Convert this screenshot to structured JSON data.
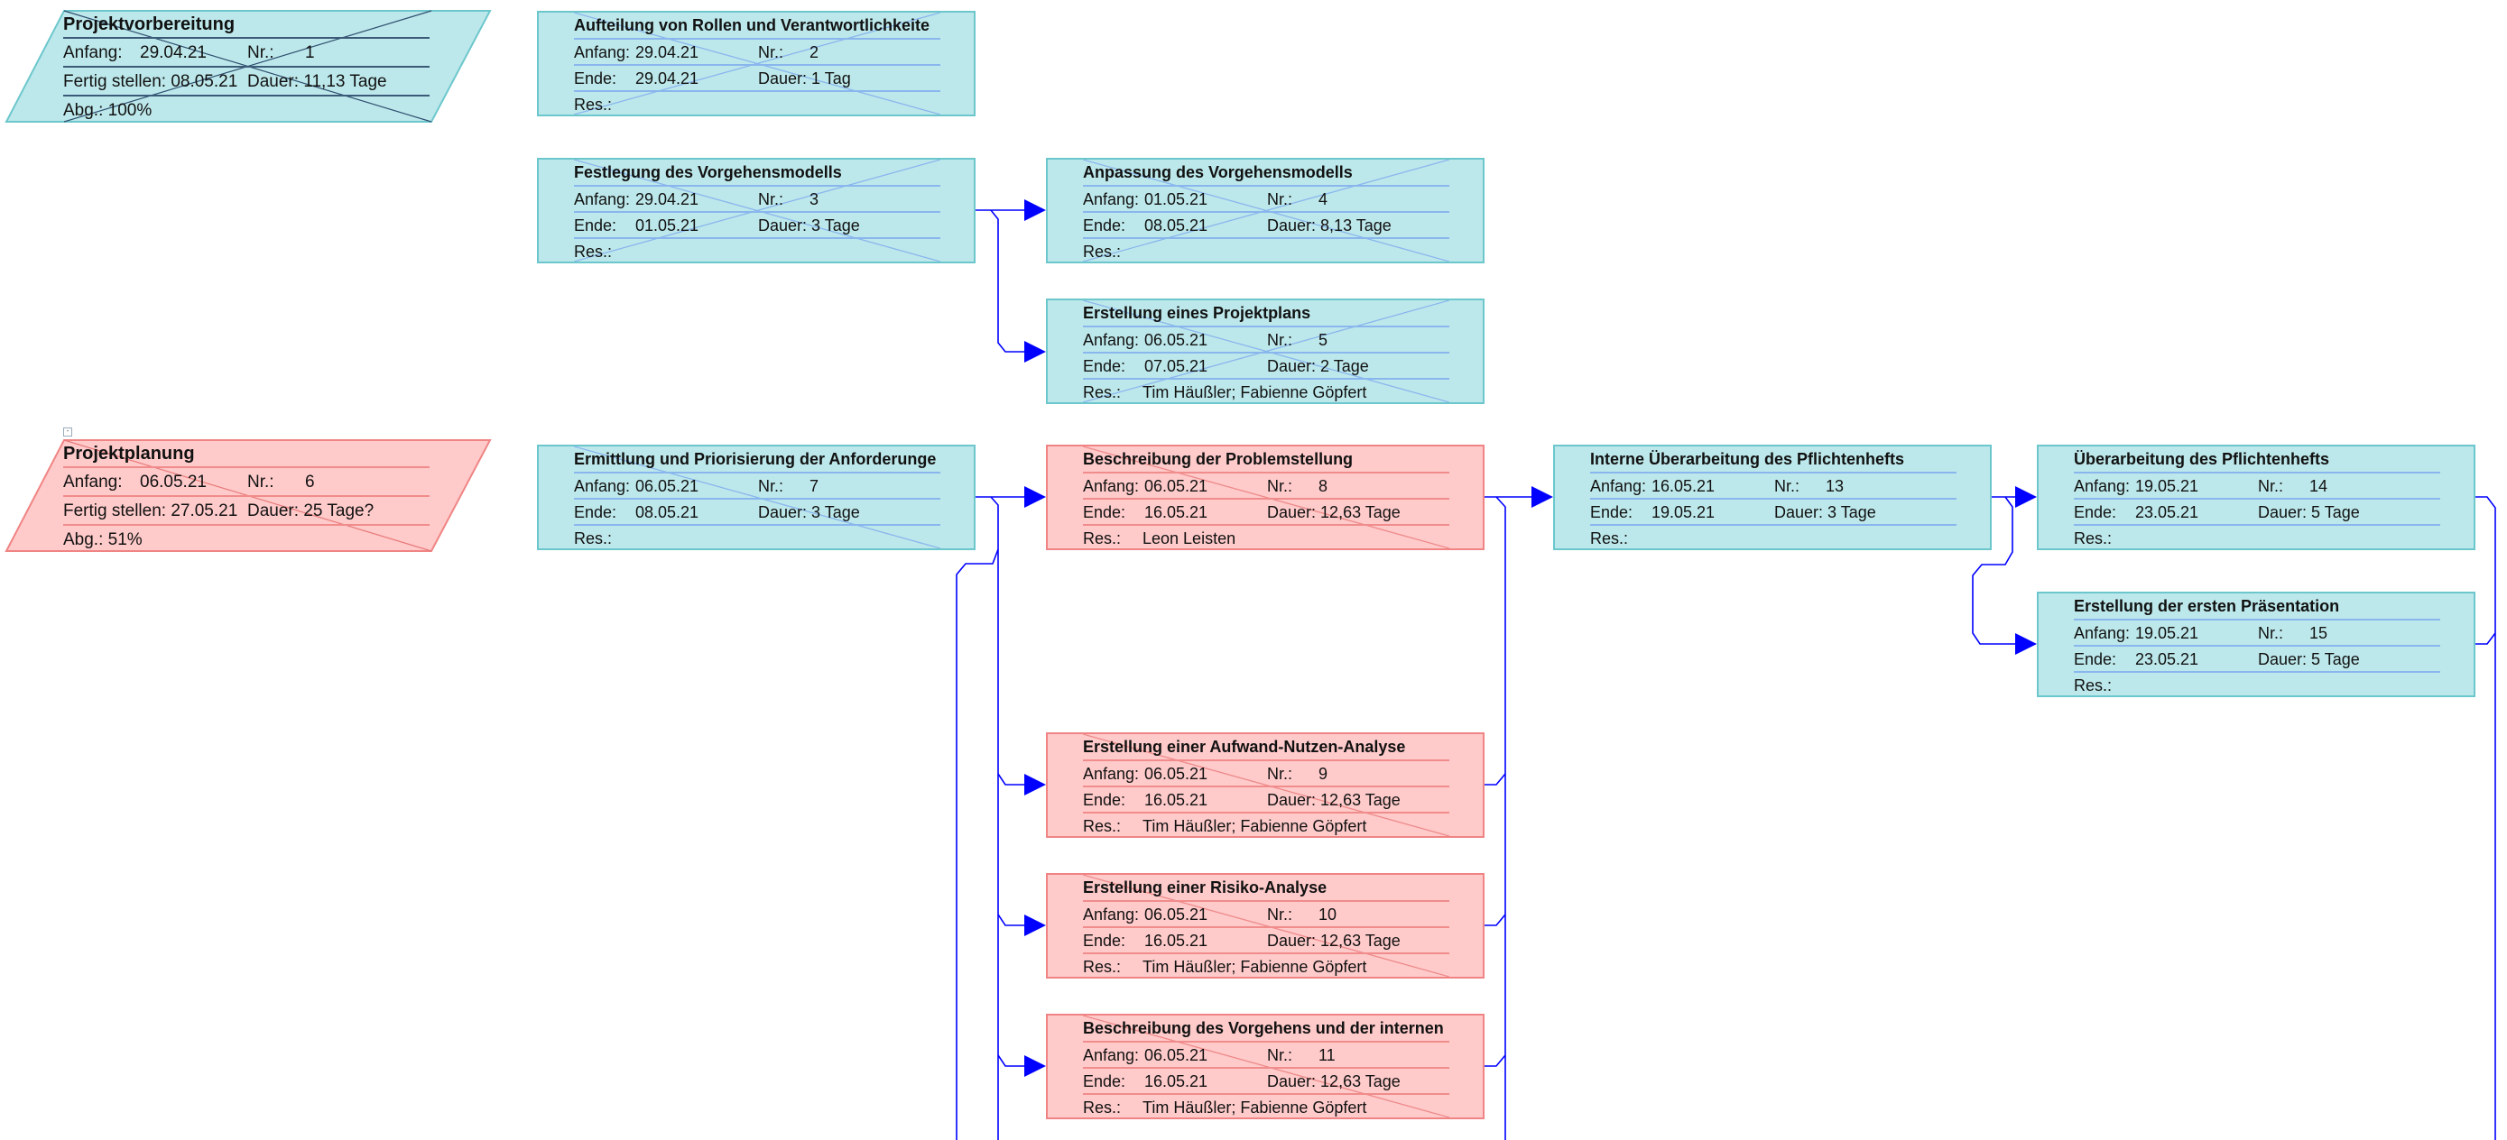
{
  "labels": {
    "start": "Anfang:",
    "end": "Ende:",
    "nr": "Nr.:",
    "duration": "Dauer:",
    "resources": "Res.:",
    "finish": "Fertig stellen:",
    "complete": "Abg.:"
  },
  "colors": {
    "complete_fill": "#bde8eb",
    "complete_border": "#6cc7cc",
    "critical_fill": "#ffcaca",
    "critical_border": "#f08484",
    "connector": "#0000ff"
  },
  "summaries": [
    {
      "title": "Projektvorbereitung",
      "start": "29.04.21",
      "nr": "1",
      "finish": "08.05.21",
      "duration": "11,13 Tage",
      "complete": "100%",
      "style": "cyan",
      "progress": 1.0
    },
    {
      "title": "Projektplanung",
      "start": "06.05.21",
      "nr": "6",
      "finish": "27.05.21",
      "duration": "25 Tage?",
      "complete": "51%",
      "style": "red",
      "progress": 0.51
    }
  ],
  "collapse_icon": "minus-icon",
  "tasks": [
    {
      "nr": "2",
      "title": "Aufteilung von Rollen und Verantwortlichkeite",
      "start": "29.04.21",
      "end": "29.04.21",
      "duration": "1 Tag",
      "resources": "",
      "style": "cyan",
      "progress": 1.0
    },
    {
      "nr": "3",
      "title": "Festlegung des Vorgehensmodells",
      "start": "29.04.21",
      "end": "01.05.21",
      "duration": "3 Tage",
      "resources": "",
      "style": "cyan",
      "progress": 1.0
    },
    {
      "nr": "4",
      "title": "Anpassung des Vorgehensmodells",
      "start": "01.05.21",
      "end": "08.05.21",
      "duration": "8,13 Tage",
      "resources": "",
      "style": "cyan",
      "progress": 1.0
    },
    {
      "nr": "5",
      "title": "Erstellung eines Projektplans",
      "start": "06.05.21",
      "end": "07.05.21",
      "duration": "2 Tage",
      "resources": "Tim Häußler; Fabienne Göpfert",
      "style": "cyan",
      "progress": 1.0
    },
    {
      "nr": "7",
      "title": "Ermittlung und Priorisierung der Anforderunge",
      "start": "06.05.21",
      "end": "08.05.21",
      "duration": "3 Tage",
      "resources": "",
      "style": "cyan",
      "progress": 0.5
    },
    {
      "nr": "8",
      "title": "Beschreibung der Problemstellung",
      "start": "06.05.21",
      "end": "16.05.21",
      "duration": "12,63 Tage",
      "resources": "Leon Leisten",
      "style": "red",
      "progress": 0.5
    },
    {
      "nr": "9",
      "title": "Erstellung einer Aufwand-Nutzen-Analyse",
      "start": "06.05.21",
      "end": "16.05.21",
      "duration": "12,63 Tage",
      "resources": "Tim Häußler; Fabienne Göpfert",
      "style": "red",
      "progress": 0.5
    },
    {
      "nr": "10",
      "title": "Erstellung einer Risiko-Analyse",
      "start": "06.05.21",
      "end": "16.05.21",
      "duration": "12,63 Tage",
      "resources": "Tim Häußler; Fabienne Göpfert",
      "style": "red",
      "progress": 0.5
    },
    {
      "nr": "11",
      "title": "Beschreibung des Vorgehens und der internen",
      "start": "06.05.21",
      "end": "16.05.21",
      "duration": "12,63 Tage",
      "resources": "Tim Häußler; Fabienne Göpfert",
      "style": "red",
      "progress": 0.5
    },
    {
      "nr": "13",
      "title": "Interne Überarbeitung des Pflichtenhefts",
      "start": "16.05.21",
      "end": "19.05.21",
      "duration": "3 Tage",
      "resources": "",
      "style": "cyan",
      "progress": 0
    },
    {
      "nr": "14",
      "title": "Überarbeitung des Pflichtenhefts",
      "start": "19.05.21",
      "end": "23.05.21",
      "duration": "5 Tage",
      "resources": "",
      "style": "cyan",
      "progress": 0
    },
    {
      "nr": "15",
      "title": "Erstellung der ersten Präsentation",
      "start": "19.05.21",
      "end": "23.05.21",
      "duration": "5 Tage",
      "resources": "",
      "style": "cyan",
      "progress": 0
    }
  ]
}
